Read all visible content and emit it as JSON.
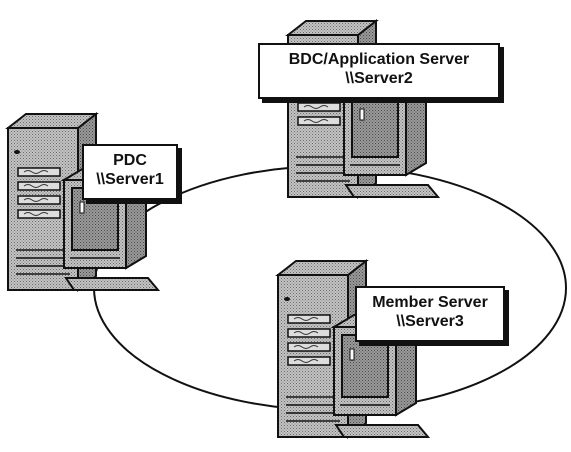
{
  "nodes": [
    {
      "role": "PDC",
      "name": "\\\\Server1"
    },
    {
      "role": "BDC/Application Server",
      "name": "\\\\Server2"
    },
    {
      "role": "Member Server",
      "name": "\\\\Server3"
    }
  ],
  "colors": {
    "ink": "#111111",
    "shade": "#a9a9a9",
    "screen": "#8c8c8c",
    "background": "#ffffff"
  },
  "icons": [
    "server-tower-icon",
    "crt-monitor-icon"
  ]
}
